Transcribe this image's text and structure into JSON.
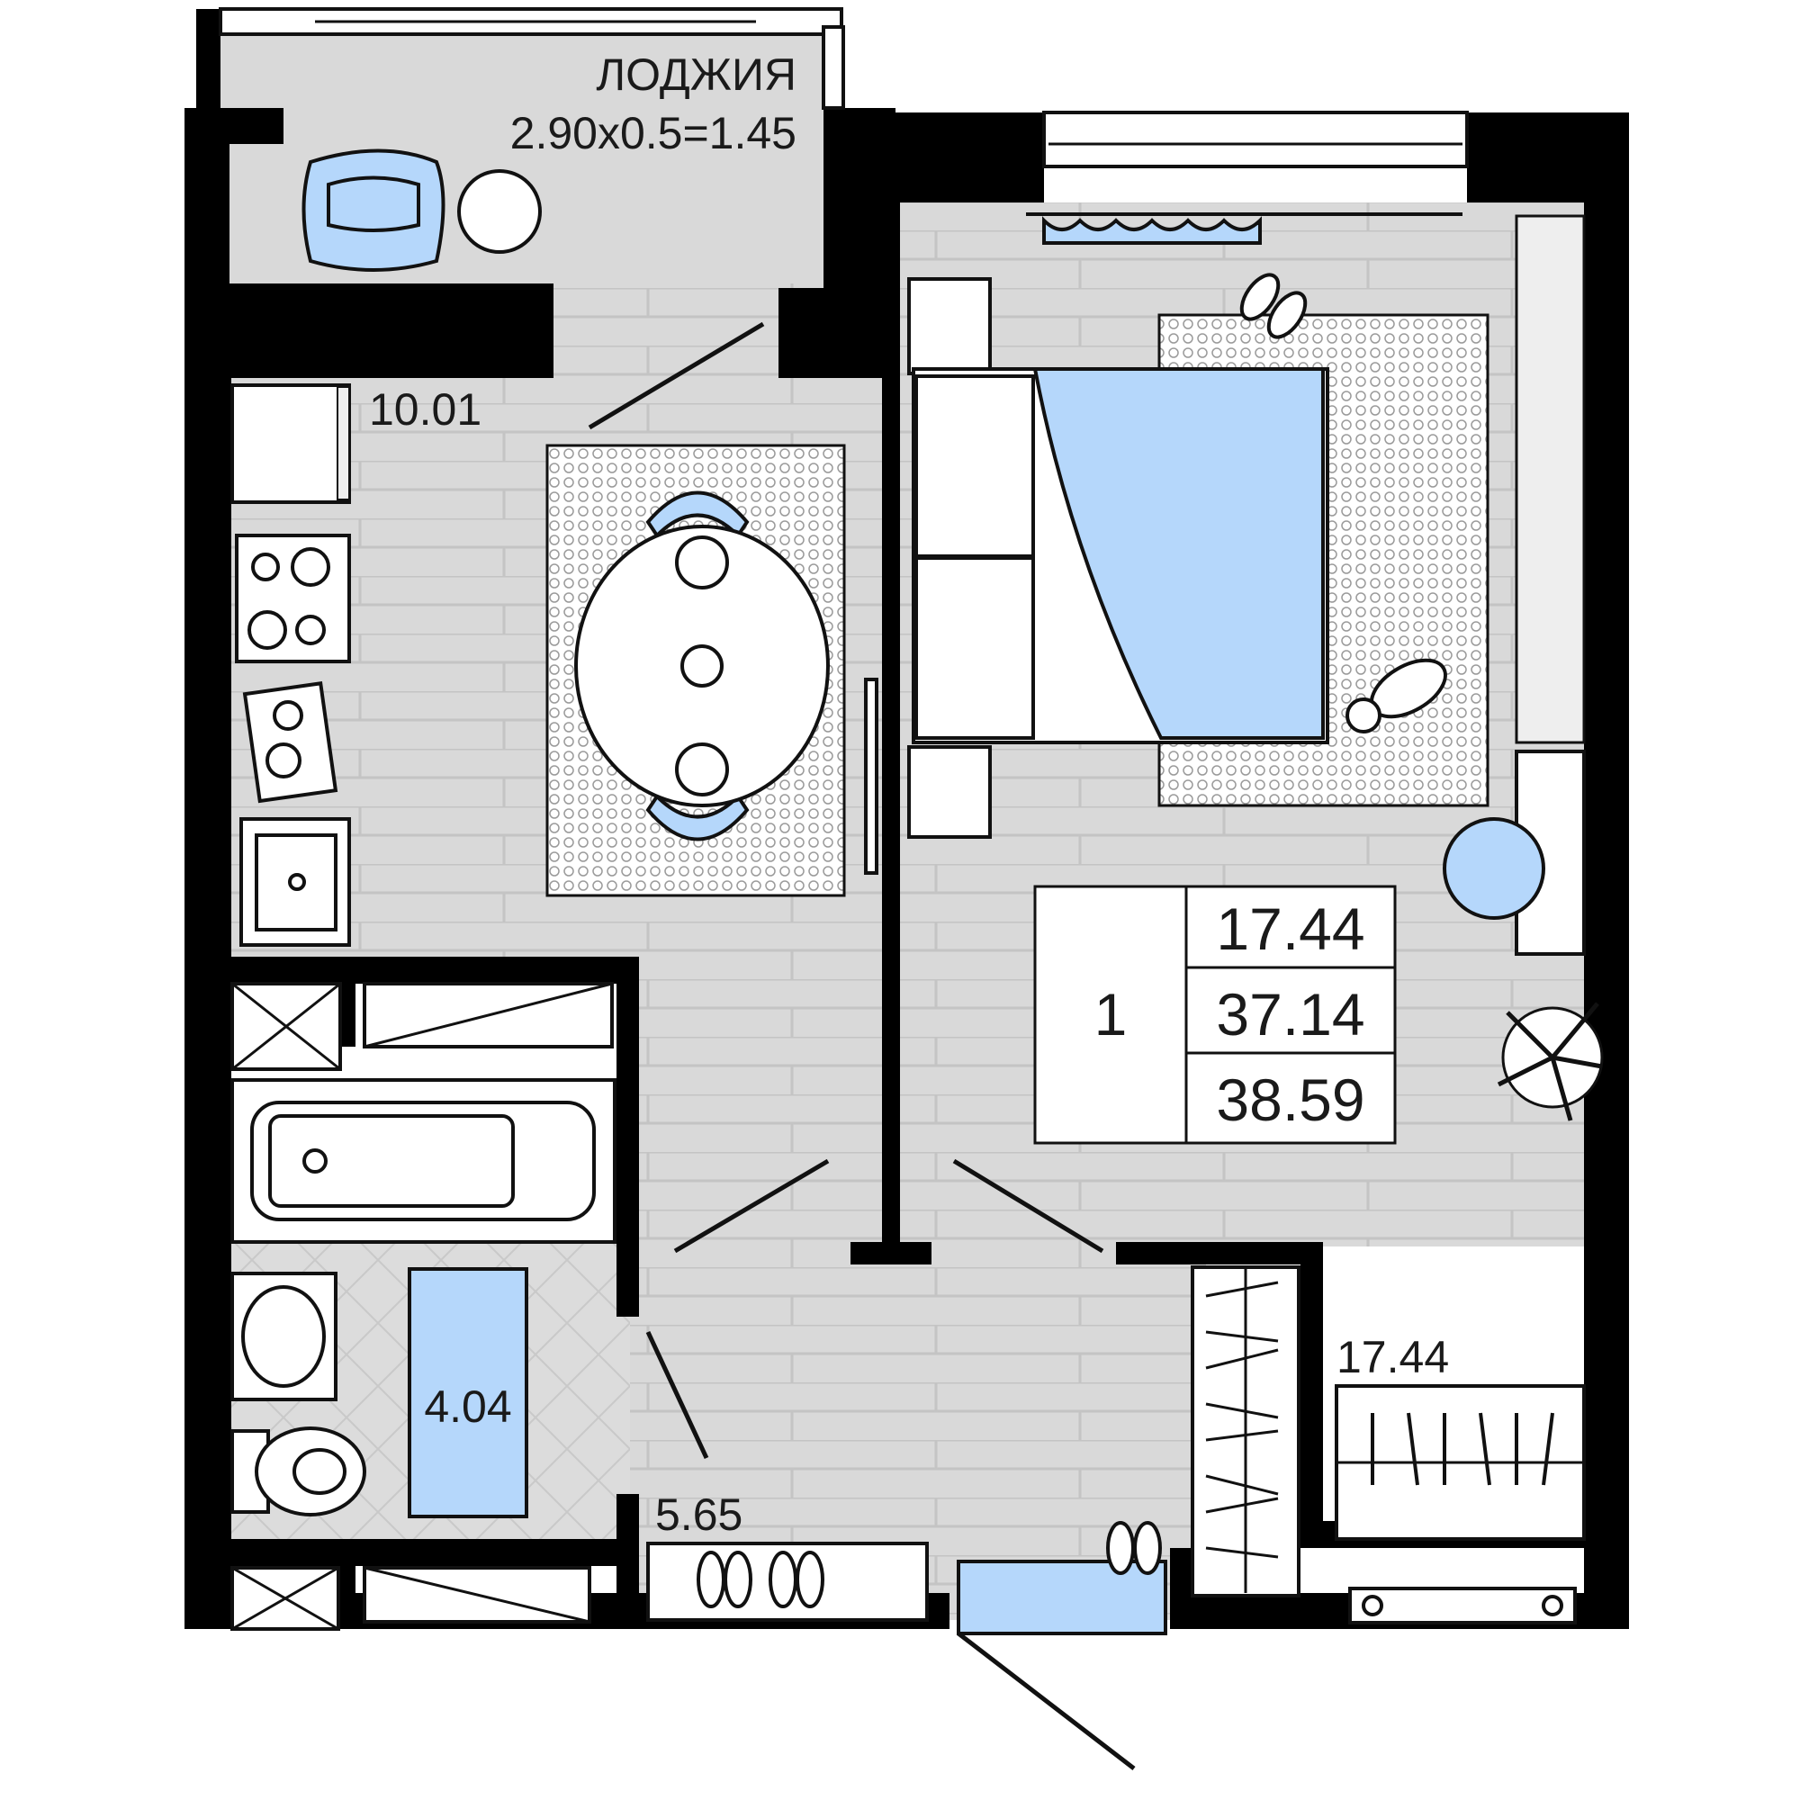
{
  "loggia": {
    "name": "ЛОДЖИЯ",
    "area_formula": "2.90x0.5=1.45"
  },
  "rooms": {
    "kitchen_area": "10.01",
    "bathroom_area": "4.04",
    "hall_area": "5.65",
    "bedroom_area": "17.44"
  },
  "summary": {
    "room_count": "1",
    "living_area": "17.44",
    "total_area": "37.14",
    "total_area_with_loggia": "38.59"
  },
  "colors": {
    "wall": "#000000",
    "floor": "#d9d9d9",
    "accent_furniture": "#b5d7fb"
  }
}
